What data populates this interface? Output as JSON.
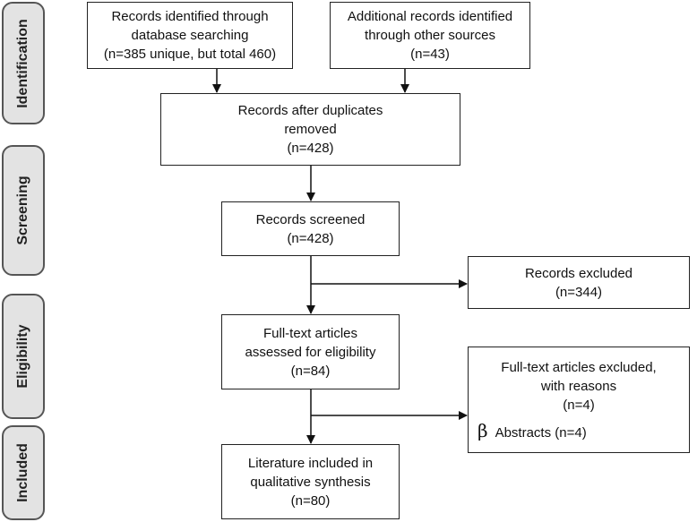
{
  "phases": {
    "identification": "Identification",
    "screening": "Screening",
    "eligibility": "Eligibility",
    "included": "Included"
  },
  "boxes": {
    "database_search": {
      "line1": "Records identified through",
      "line2": "database searching",
      "line3": "(n=385 unique, but total 460)"
    },
    "other_sources": {
      "line1": "Additional records identified",
      "line2": "through other sources",
      "line3": "(n=43)"
    },
    "duplicates_removed": {
      "line1": "Records after duplicates",
      "line2": "removed",
      "line3": "(n=428)"
    },
    "screened": {
      "line1": "Records screened",
      "line2": "(n=428)"
    },
    "excluded": {
      "line1": "Records excluded",
      "line2": "(n=344)"
    },
    "fulltext_assessed": {
      "line1": "Full-text articles",
      "line2": "assessed for eligibility",
      "line3": "(n=84)"
    },
    "fulltext_excluded": {
      "line1": "Full-text articles excluded,",
      "line2": "with reasons",
      "line3": "(n=4)",
      "reason_symbol": "β",
      "reason_text": "Abstracts (n=4)"
    },
    "included": {
      "line1": "Literature included in",
      "line2": "qualitative synthesis",
      "line3": "(n=80)"
    }
  }
}
